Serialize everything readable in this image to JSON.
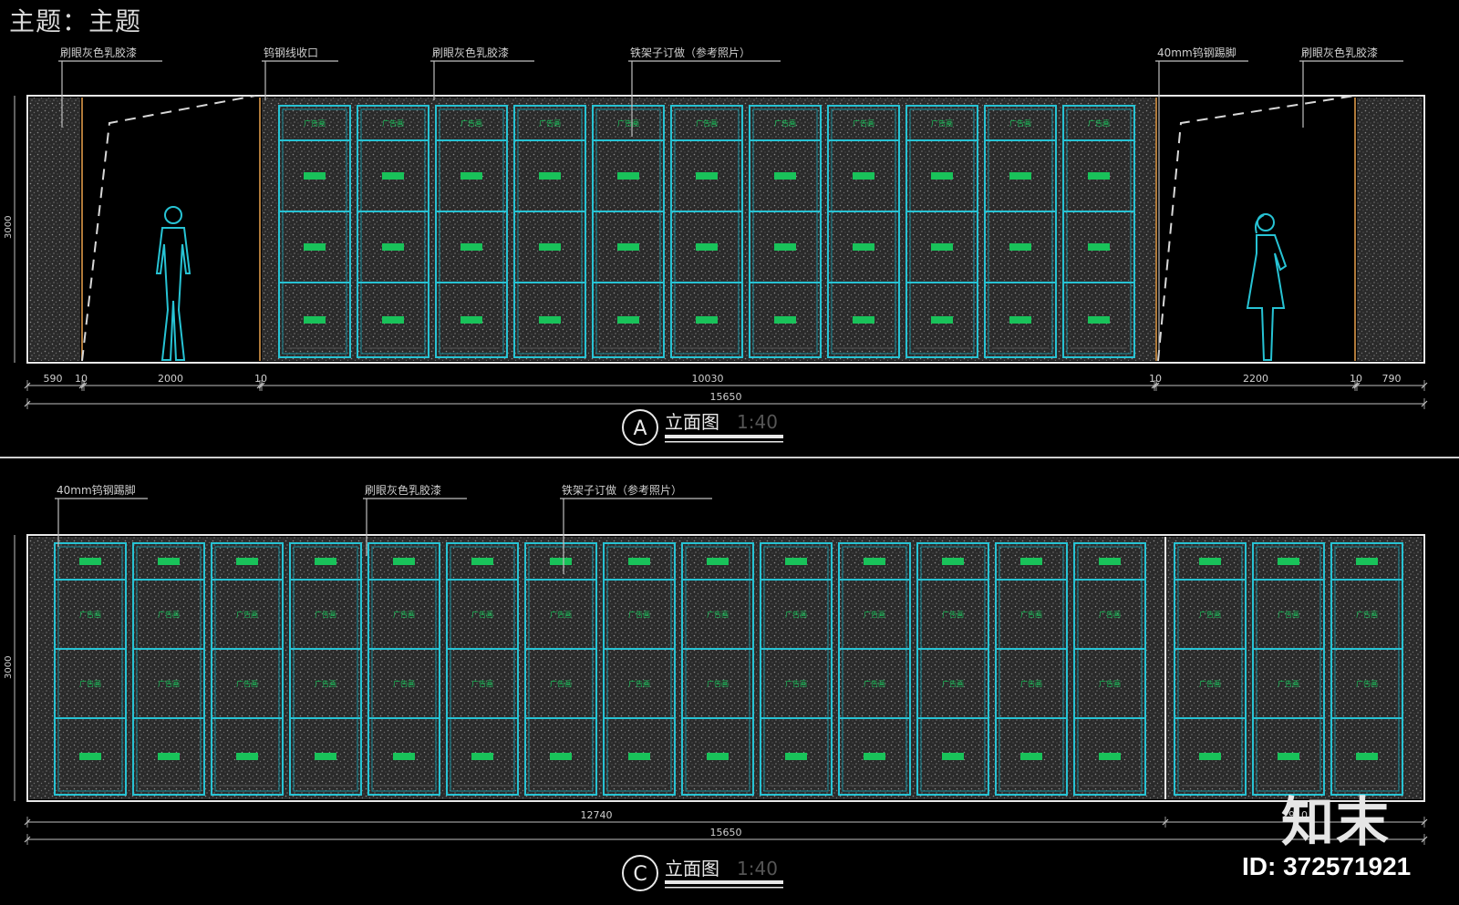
{
  "page_title": "主题：主题",
  "logo_text": "知末",
  "image_id": "ID: 372571921",
  "colors": {
    "background": "#000000",
    "frame": "#e8e8e8",
    "cyan": "#27c3d4",
    "green": "#19c25a",
    "leader": "#bfbfbf",
    "text": "#cfcfcf",
    "wall": "#3a3a3a"
  },
  "elevation_a": {
    "labels": [
      "刷眼灰色乳胶漆",
      "钨钢线收口",
      "刷眼灰色乳胶漆",
      "铁架子订做（参考照片）",
      "40mm钨钢踢脚",
      "刷眼灰色乳胶漆"
    ],
    "height_dim": "3000",
    "dims_row": [
      "590",
      "10",
      "2000",
      "10",
      "10030",
      "10",
      "2200",
      "10",
      "790"
    ],
    "total_dim": "15650",
    "shelf_tag": "广告画",
    "title_letter": "A",
    "title_text": "立面图",
    "title_scale": "1:40"
  },
  "elevation_c": {
    "labels": [
      "40mm钨钢踢脚",
      "刷眼灰色乳胶漆",
      "铁架子订做（参考照片）"
    ],
    "height_dim": "3000",
    "dims_row": [
      "12740",
      "2910"
    ],
    "total_dim": "15650",
    "shelf_tag": "广告画",
    "title_letter": "C",
    "title_text": "立面图",
    "title_scale": "1:40"
  }
}
